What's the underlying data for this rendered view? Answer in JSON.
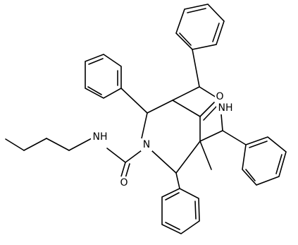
{
  "atoms": {
    "o_ketone": "O",
    "nh_ring": "NH",
    "n_ring": "N",
    "nh_amide": "NH",
    "o_amide": "O"
  }
}
